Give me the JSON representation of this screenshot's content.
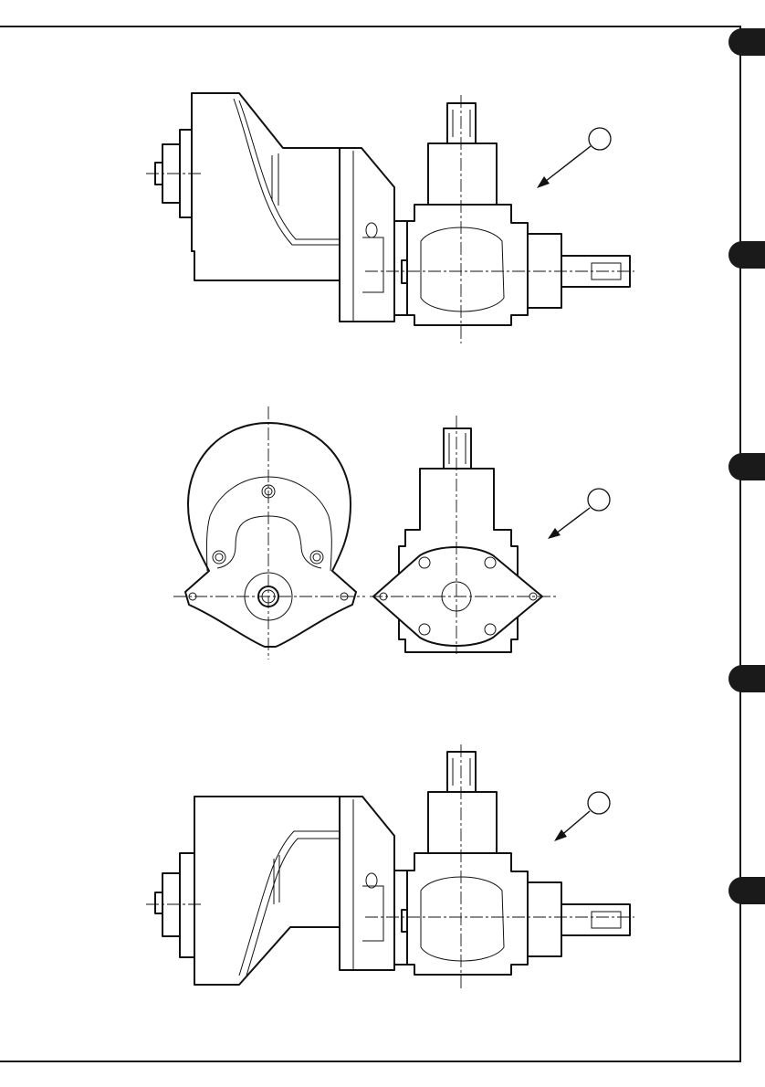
{
  "page": {
    "side_tabs": [
      "tab-1",
      "tab-2",
      "tab-3",
      "tab-4",
      "tab-5"
    ]
  },
  "views": [
    {
      "id": "side-view-top",
      "callout": ""
    },
    {
      "id": "end-views-middle",
      "callout": ""
    },
    {
      "id": "side-view-bottom",
      "callout": ""
    }
  ],
  "colors": {
    "ink": "#111111",
    "paper": "#ffffff",
    "tab": "#1a1a1a"
  }
}
